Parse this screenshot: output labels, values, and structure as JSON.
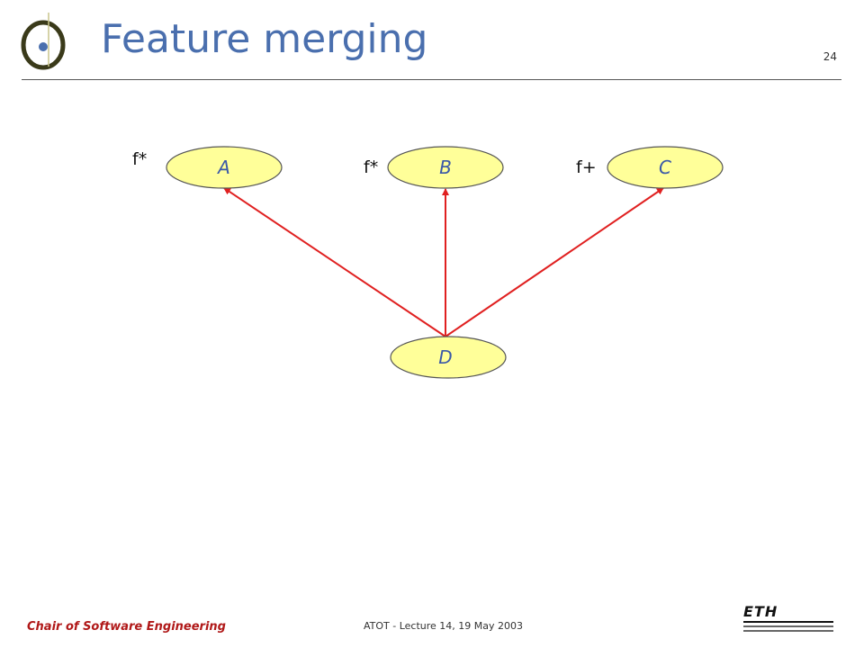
{
  "slide": {
    "title": "Feature merging",
    "number": "24"
  },
  "diagram": {
    "nodes": [
      {
        "id": "A",
        "label": "A",
        "multiplicity": "f*"
      },
      {
        "id": "B",
        "label": "B",
        "multiplicity": "f*"
      },
      {
        "id": "C",
        "label": "C",
        "multiplicity": "f+"
      },
      {
        "id": "D",
        "label": "D"
      }
    ],
    "edges": [
      {
        "from": "D",
        "to": "A"
      },
      {
        "from": "D",
        "to": "B"
      },
      {
        "from": "D",
        "to": "C"
      }
    ],
    "colors": {
      "node_fill": "#ffff99",
      "node_stroke": "#555555",
      "edge": "#e02020",
      "label": "#3a58a8"
    }
  },
  "footer": {
    "chair": "Chair of Software Engineering",
    "lecture": "ATOT - Lecture 14, 19 May 2003",
    "eth": "ETH"
  },
  "colors": {
    "title": "#4a6fae",
    "footer_chair": "#b01818"
  }
}
